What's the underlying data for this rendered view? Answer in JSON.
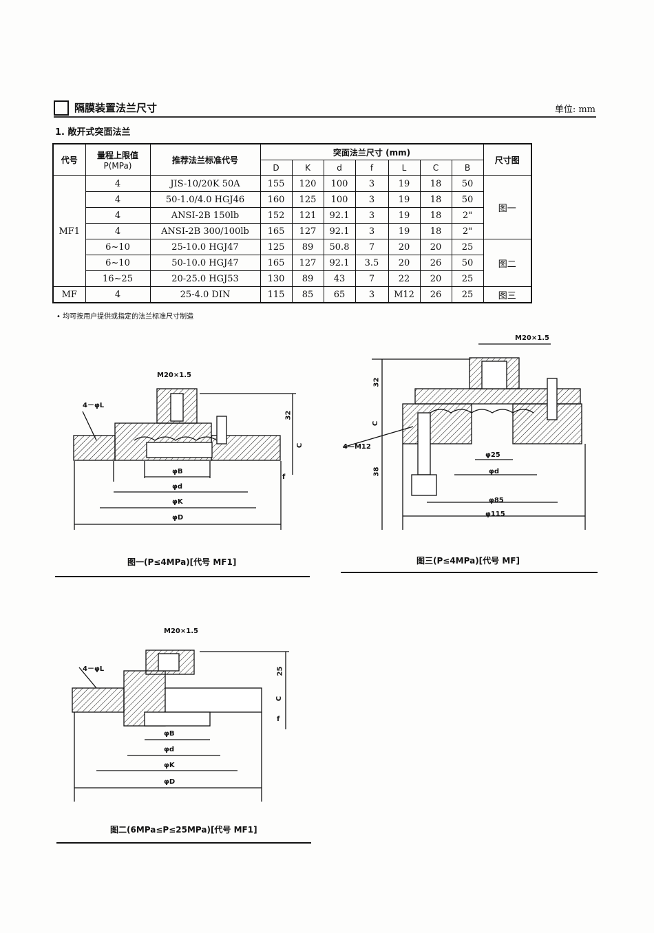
{
  "header": {
    "title": "隔膜装置法兰尺寸",
    "unit": "单位: mm"
  },
  "section": {
    "title": "1.  敞开式突面法兰"
  },
  "table": {
    "headers": {
      "code": "代号",
      "range_line1": "量程上限值",
      "range_line2": "P(MPa)",
      "standard": "推荐法兰标准代号",
      "dims_group": "突面法兰尺寸 (mm)",
      "figure": "尺寸图"
    },
    "dim_columns": [
      "D",
      "K",
      "d",
      "f",
      "L",
      "C",
      "B"
    ],
    "rows": [
      {
        "code": "MF1",
        "range": "4",
        "standard": "JIS-10/20K 50A",
        "dims": [
          "155",
          "120",
          "100",
          "3",
          "19",
          "18",
          "50"
        ],
        "figure": "图一"
      },
      {
        "range": "4",
        "standard": "50-1.0/4.0 HGJ46",
        "dims": [
          "160",
          "125",
          "100",
          "3",
          "19",
          "18",
          "50"
        ]
      },
      {
        "range": "4",
        "standard": "ANSI-2B 150lb",
        "dims": [
          "152",
          "121",
          "92.1",
          "3",
          "19",
          "18",
          "2\""
        ]
      },
      {
        "range": "4",
        "standard": "ANSI-2B 300/100lb",
        "dims": [
          "165",
          "127",
          "92.1",
          "3",
          "19",
          "18",
          "2\""
        ]
      },
      {
        "range": "6~10",
        "standard": "25-10.0 HGJ47",
        "dims": [
          "125",
          "89",
          "50.8",
          "7",
          "20",
          "20",
          "25"
        ],
        "figure": "图二"
      },
      {
        "range": "6~10",
        "standard": "50-10.0 HGJ47",
        "dims": [
          "165",
          "127",
          "92.1",
          "3.5",
          "20",
          "26",
          "50"
        ]
      },
      {
        "range": "16~25",
        "standard": "20-25.0 HGJ53",
        "dims": [
          "130",
          "89",
          "43",
          "7",
          "22",
          "20",
          "25"
        ]
      },
      {
        "code": "MF",
        "range": "4",
        "standard": "25-4.0 DIN",
        "dims": [
          "115",
          "85",
          "65",
          "3",
          "M12",
          "26",
          "25"
        ],
        "figure": "图三"
      }
    ],
    "note": "• 均可按用户提供或指定的法兰标准尺寸制造"
  },
  "fig1": {
    "thread": "M20×1.5",
    "holes": "4－φL",
    "h32": "32",
    "C": "C",
    "f": "f",
    "B": "φB",
    "d": "φd",
    "K": "φK",
    "D": "φD",
    "caption": "图一(P≤4MPa)[代号 MF1]"
  },
  "fig3": {
    "thread": "M20×1.5",
    "h32": "32",
    "C": "C",
    "bolts": "4—M12",
    "h38": "38",
    "d25": "φ25",
    "d": "φd",
    "d85": "φ85",
    "d115": "φ115",
    "caption": "图三(P≤4MPa)[代号 MF]"
  },
  "fig2": {
    "thread": "M20×1.5",
    "holes": "4－φL",
    "h25": "25",
    "C": "C",
    "f": "f",
    "B": "φB",
    "d": "φd",
    "K": "φK",
    "D": "φD",
    "caption": "图二(6MPa≤P≤25MPa)[代号 MF1]"
  }
}
